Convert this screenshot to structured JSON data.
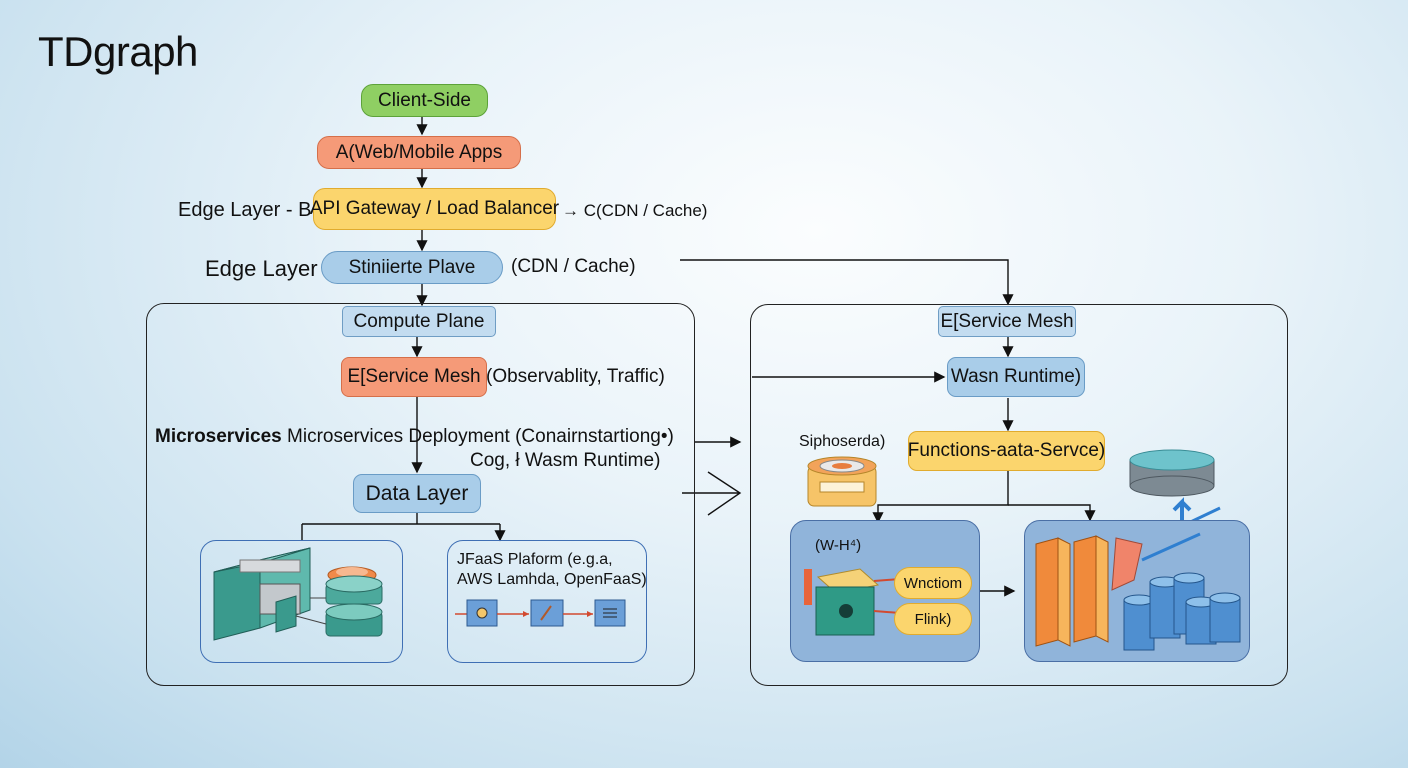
{
  "title": "TDgraph",
  "nodes": {
    "client_side": "Client-Side",
    "web_mobile": "A(Web/Mobile Apps",
    "api_gateway": "API Gateway / Load Balancer",
    "stiniierte": "Stiniierte Plave",
    "compute_plane": "Compute Plane",
    "service_mesh_left": "E[Service Mesh",
    "data_layer": "Data Layer",
    "service_mesh_right": "E[Service Mesh",
    "wasm_runtime": "Wasn Runtime)",
    "functions": "Functions-aata-Servce)",
    "winction": "Wnctiom",
    "flink": "Flink)"
  },
  "labels": {
    "edge_layer_b": "Edge Layer - B(",
    "cdn_cache_1": "→ C(CDN / Cache)",
    "edge_layer_2": "Edge Layer",
    "cdn_cache_2": "(CDN / Cache)",
    "observability": "(Observablity, Traffic)",
    "microservices_bold": "Microservices",
    "microservices_rest": " Microservices Deployment (Conairnstartiong•)",
    "cog_wasm": "Cog, ł Wasm Runtime)",
    "faas_line1": "JFaaS Plaform (e.g.a,",
    "faas_line2": "AWS Lamhda, OpenFaaS)",
    "siphoserda": "Siphoserda)",
    "wh": "(W-H⁴)"
  },
  "colors": {
    "client": "#8fcf63",
    "apps": "#f59a78",
    "gateway": "#fbd56d",
    "plane": "#a9cde9",
    "connector": "#111111"
  }
}
